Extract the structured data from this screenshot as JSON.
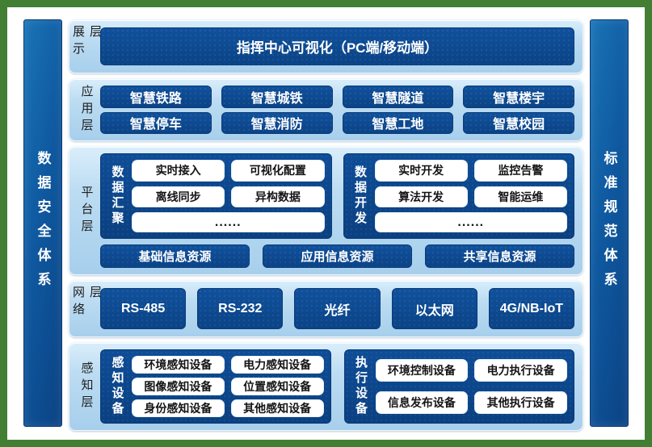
{
  "colors": {
    "frame_green": "#427f33",
    "pillar_blue": "#0f59a0",
    "box_blue": "#0d4a94",
    "panel_light_blue": "#bcdcf2",
    "box_text_white": "#ffffff",
    "label_text_dark": "#1f1f1f"
  },
  "pillars": {
    "left": "数据安全体系",
    "right": "标准规范体系"
  },
  "layers": {
    "display": {
      "label": "展示层",
      "box": "指挥中心可视化（PC端/移动端）"
    },
    "application": {
      "label": "应用层",
      "items": [
        "智慧铁路",
        "智慧城铁",
        "智慧隧道",
        "智慧楼宇",
        "智慧停车",
        "智慧消防",
        "智慧工地",
        "智慧校园"
      ]
    },
    "platform": {
      "label": "平台层",
      "groups": [
        {
          "label": "数据汇聚",
          "items": [
            "实时接入",
            "可视化配置",
            "离线同步",
            "异构数据"
          ],
          "more": "......"
        },
        {
          "label": "数据开发",
          "items": [
            "实时开发",
            "监控告警",
            "算法开发",
            "智能运维"
          ],
          "more": "......"
        }
      ],
      "resources": [
        "基础信息资源",
        "应用信息资源",
        "共享信息资源"
      ]
    },
    "network": {
      "label": "网络层",
      "items": [
        "RS-485",
        "RS-232",
        "光纤",
        "以太网",
        "4G/NB-IoT"
      ]
    },
    "perception": {
      "label": "感知层",
      "groups": [
        {
          "label": "感知设备",
          "items": [
            "环境感知设备",
            "电力感知设备",
            "图像感知设备",
            "位置感知设备",
            "身份感知设备",
            "其他感知设备"
          ]
        },
        {
          "label": "执行设备",
          "items": [
            "环境控制设备",
            "电力执行设备",
            "信息发布设备",
            "其他执行设备"
          ]
        }
      ]
    }
  }
}
